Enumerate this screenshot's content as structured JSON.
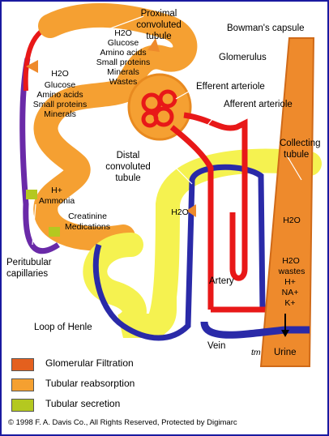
{
  "labels": {
    "proximal_tubule": [
      "Proximal",
      "convoluted",
      "tubule"
    ],
    "bowmans_capsule": "Bowman's capsule",
    "glomerulus": "Glomerulus",
    "efferent_arteriole": "Efferent arteriole",
    "afferent_arteriole": "Afferent arteriole",
    "distal_tubule": [
      "Distal",
      "convoluted",
      "tubule"
    ],
    "collecting_tubule": [
      "Collecting",
      "tubule"
    ],
    "peritubular_capillaries": [
      "Peritubular",
      "capillaries"
    ],
    "loop_of_henle": "Loop of Henle",
    "artery": "Artery",
    "vein": "Vein",
    "urine": "Urine",
    "signature": "tm"
  },
  "annotations": {
    "proximal_reabsorption": [
      "H2O",
      "Glucose",
      "Amino acids",
      "Small proteins",
      "Minerals",
      "Wastes"
    ],
    "left_reabsorption": [
      "H2O",
      "Glucose",
      "Amino acids",
      "Small proteins",
      "Minerals"
    ],
    "secretion": [
      "H+",
      "Ammonia"
    ],
    "secretion_2": [
      "Creatinine",
      "Medications"
    ],
    "distal_water": "H2O",
    "collecting_water": "H2O",
    "collecting_wastes": [
      "H2O",
      "wastes",
      "H+",
      "NA+",
      "K+"
    ]
  },
  "legend": [
    {
      "label": "Glomerular Filtration",
      "color": "#e4601e"
    },
    {
      "label": "Tubular reabsorption",
      "color": "#f5a030"
    },
    {
      "label": "Tubular secretion",
      "color": "#b4c820"
    }
  ],
  "copyright": "© 1998 F. A. Davis Co., All Rights Reserved, Protected by Digimarc",
  "colors": {
    "tubule": "#f5a032",
    "distal": "#f5f250",
    "artery": "#e81818",
    "vein": "#2a2aa8",
    "collecting": "#ee8a2c",
    "frame": "#1a1aa0"
  }
}
